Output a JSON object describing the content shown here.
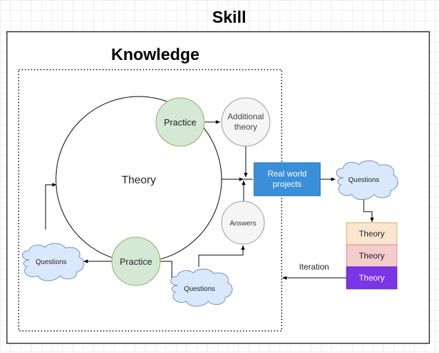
{
  "title": "Skill",
  "knowledge": {
    "title": "Knowledge"
  },
  "nodes": {
    "theory_circle": "Theory",
    "practice_top": "Practice",
    "practice_bottom": "Practice",
    "additional_theory_line1": "Additional",
    "additional_theory_line2": "theory",
    "answers": "Answers",
    "real_world_line1": "Real world",
    "real_world_line2": "projects",
    "questions_right": "Questions",
    "questions_left": "Questions",
    "questions_bottom": "Questions",
    "iteration": "Iteration"
  },
  "theory_stack": [
    {
      "label": "Theory",
      "fill": "#fae6cf",
      "stroke": "#d8a95a",
      "text_color": "#222222"
    },
    {
      "label": "Theory",
      "fill": "#f4cccc",
      "stroke": "#c88a8a",
      "text_color": "#222222"
    },
    {
      "label": "Theory",
      "fill": "#7a35e6",
      "stroke": "#5a1fbf",
      "text_color": "#ffffff"
    }
  ],
  "colors": {
    "practice_fill": "#d5e8d4",
    "practice_stroke": "#82b366",
    "gray_fill": "#f5f5f5",
    "gray_stroke": "#999999",
    "blue_fill": "#3a8fd8",
    "blue_stroke": "#2a6fb0",
    "cloud_fill": "#dae8fc",
    "cloud_stroke": "#6c8ebf"
  }
}
